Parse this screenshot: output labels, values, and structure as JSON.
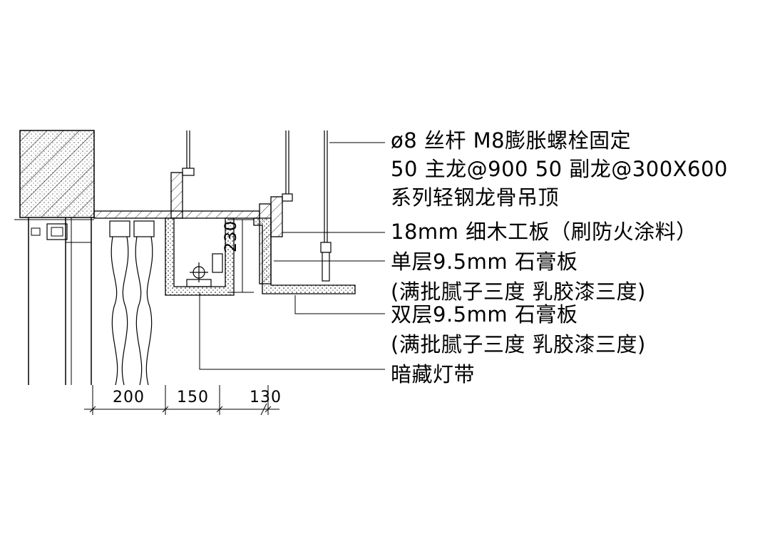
{
  "annotations": {
    "rod": "ø8 丝杆  M8膨胀螺栓固定",
    "keel": "50 主龙@900     50 副龙@300X600",
    "system": "系列轻钢龙骨吊顶",
    "wood_board": "18mm 细木工板（刷防火涂料）",
    "single_gypsum": "单层9.5mm 石膏板",
    "single_finish": "(满批腻子三度  乳胶漆三度)",
    "double_gypsum": "双层9.5mm 石膏板",
    "double_finish": "(满批腻子三度  乳胶漆三度)",
    "light_strip": "暗藏灯带"
  },
  "dimensions": {
    "d200": "200",
    "d150": "150",
    "d130": "130",
    "d230": "230"
  }
}
